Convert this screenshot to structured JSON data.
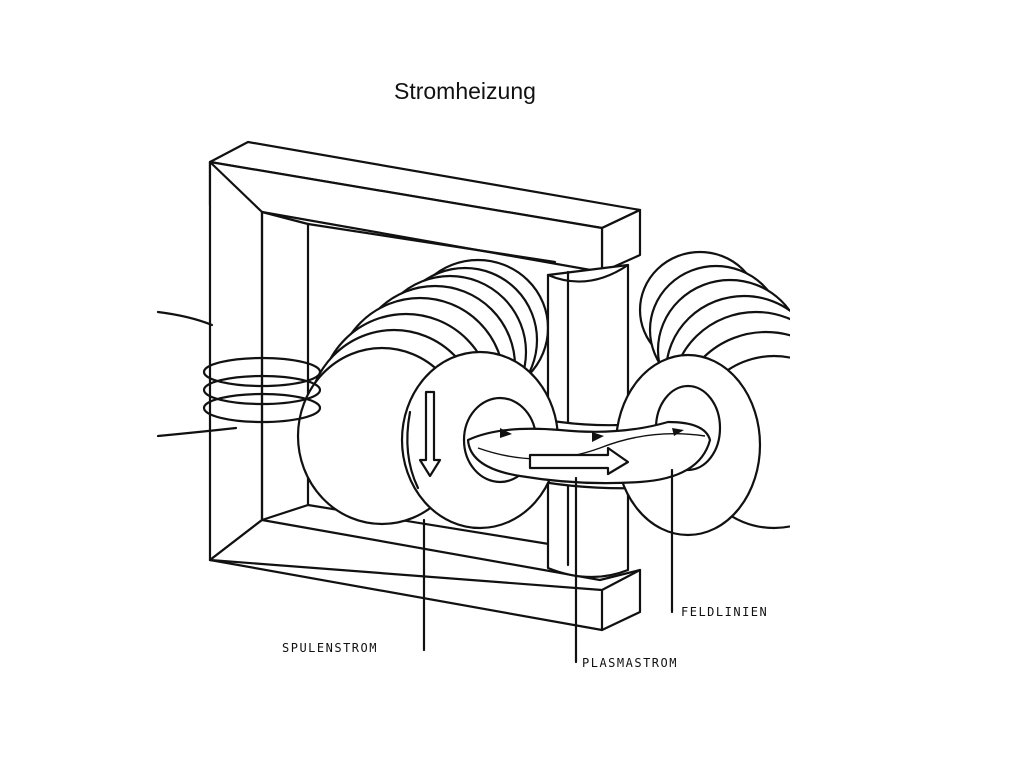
{
  "slide": {
    "title": "Stromheizung"
  },
  "diagram": {
    "labels": {
      "coil_current": "SPULENSTROM",
      "plasma_current": "PLASMASTROM",
      "field_lines": "FELDLINIEN"
    }
  }
}
